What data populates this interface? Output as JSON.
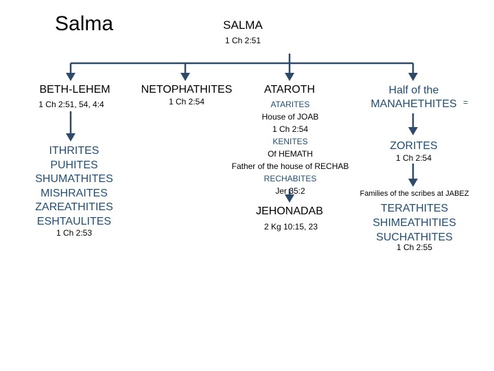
{
  "title": "Salma",
  "root": {
    "name": "SALMA",
    "ref": "1 Ch 2:51"
  },
  "colors": {
    "accent": "#1f4e79",
    "line": "#2e4a6b"
  },
  "branches": {
    "bethlehem": {
      "name": "BETH-LEHEM",
      "ref": "1 Ch 2:51, 54, 4:4",
      "children": [
        "ITHRITES",
        "PUHITES",
        "SHUMATHITES",
        "MISHRAITES",
        "ZAREATHITIES",
        "ESHTAULITES"
      ],
      "children_ref": "1 Ch 2:53"
    },
    "netophathites": {
      "name": "NETOPHATHITES",
      "ref": "1 Ch 2:54"
    },
    "ataroth": {
      "name": "ATAROTH",
      "lines": [
        "ATARITES",
        "House of JOAB",
        "1 Ch 2:54",
        "KENITES",
        "Of HEMATH",
        "Father of the house of RECHAB",
        "RECHABITES",
        "Jer 35:2"
      ],
      "child": {
        "name": "JEHONADAB",
        "ref": "2 Kg 10:15, 23"
      }
    },
    "manahethites": {
      "name_lines": [
        "Half of the",
        "MANAHETHITES"
      ],
      "child": {
        "name": "ZORITES",
        "ref": "1 Ch 2:54"
      },
      "note": "Families of the scribes at JABEZ",
      "grandchildren": [
        "TERATHITES",
        "SHIMEATHITIES",
        "SUCHATHITES"
      ],
      "grandchildren_ref": "1 Ch 2:55"
    }
  }
}
